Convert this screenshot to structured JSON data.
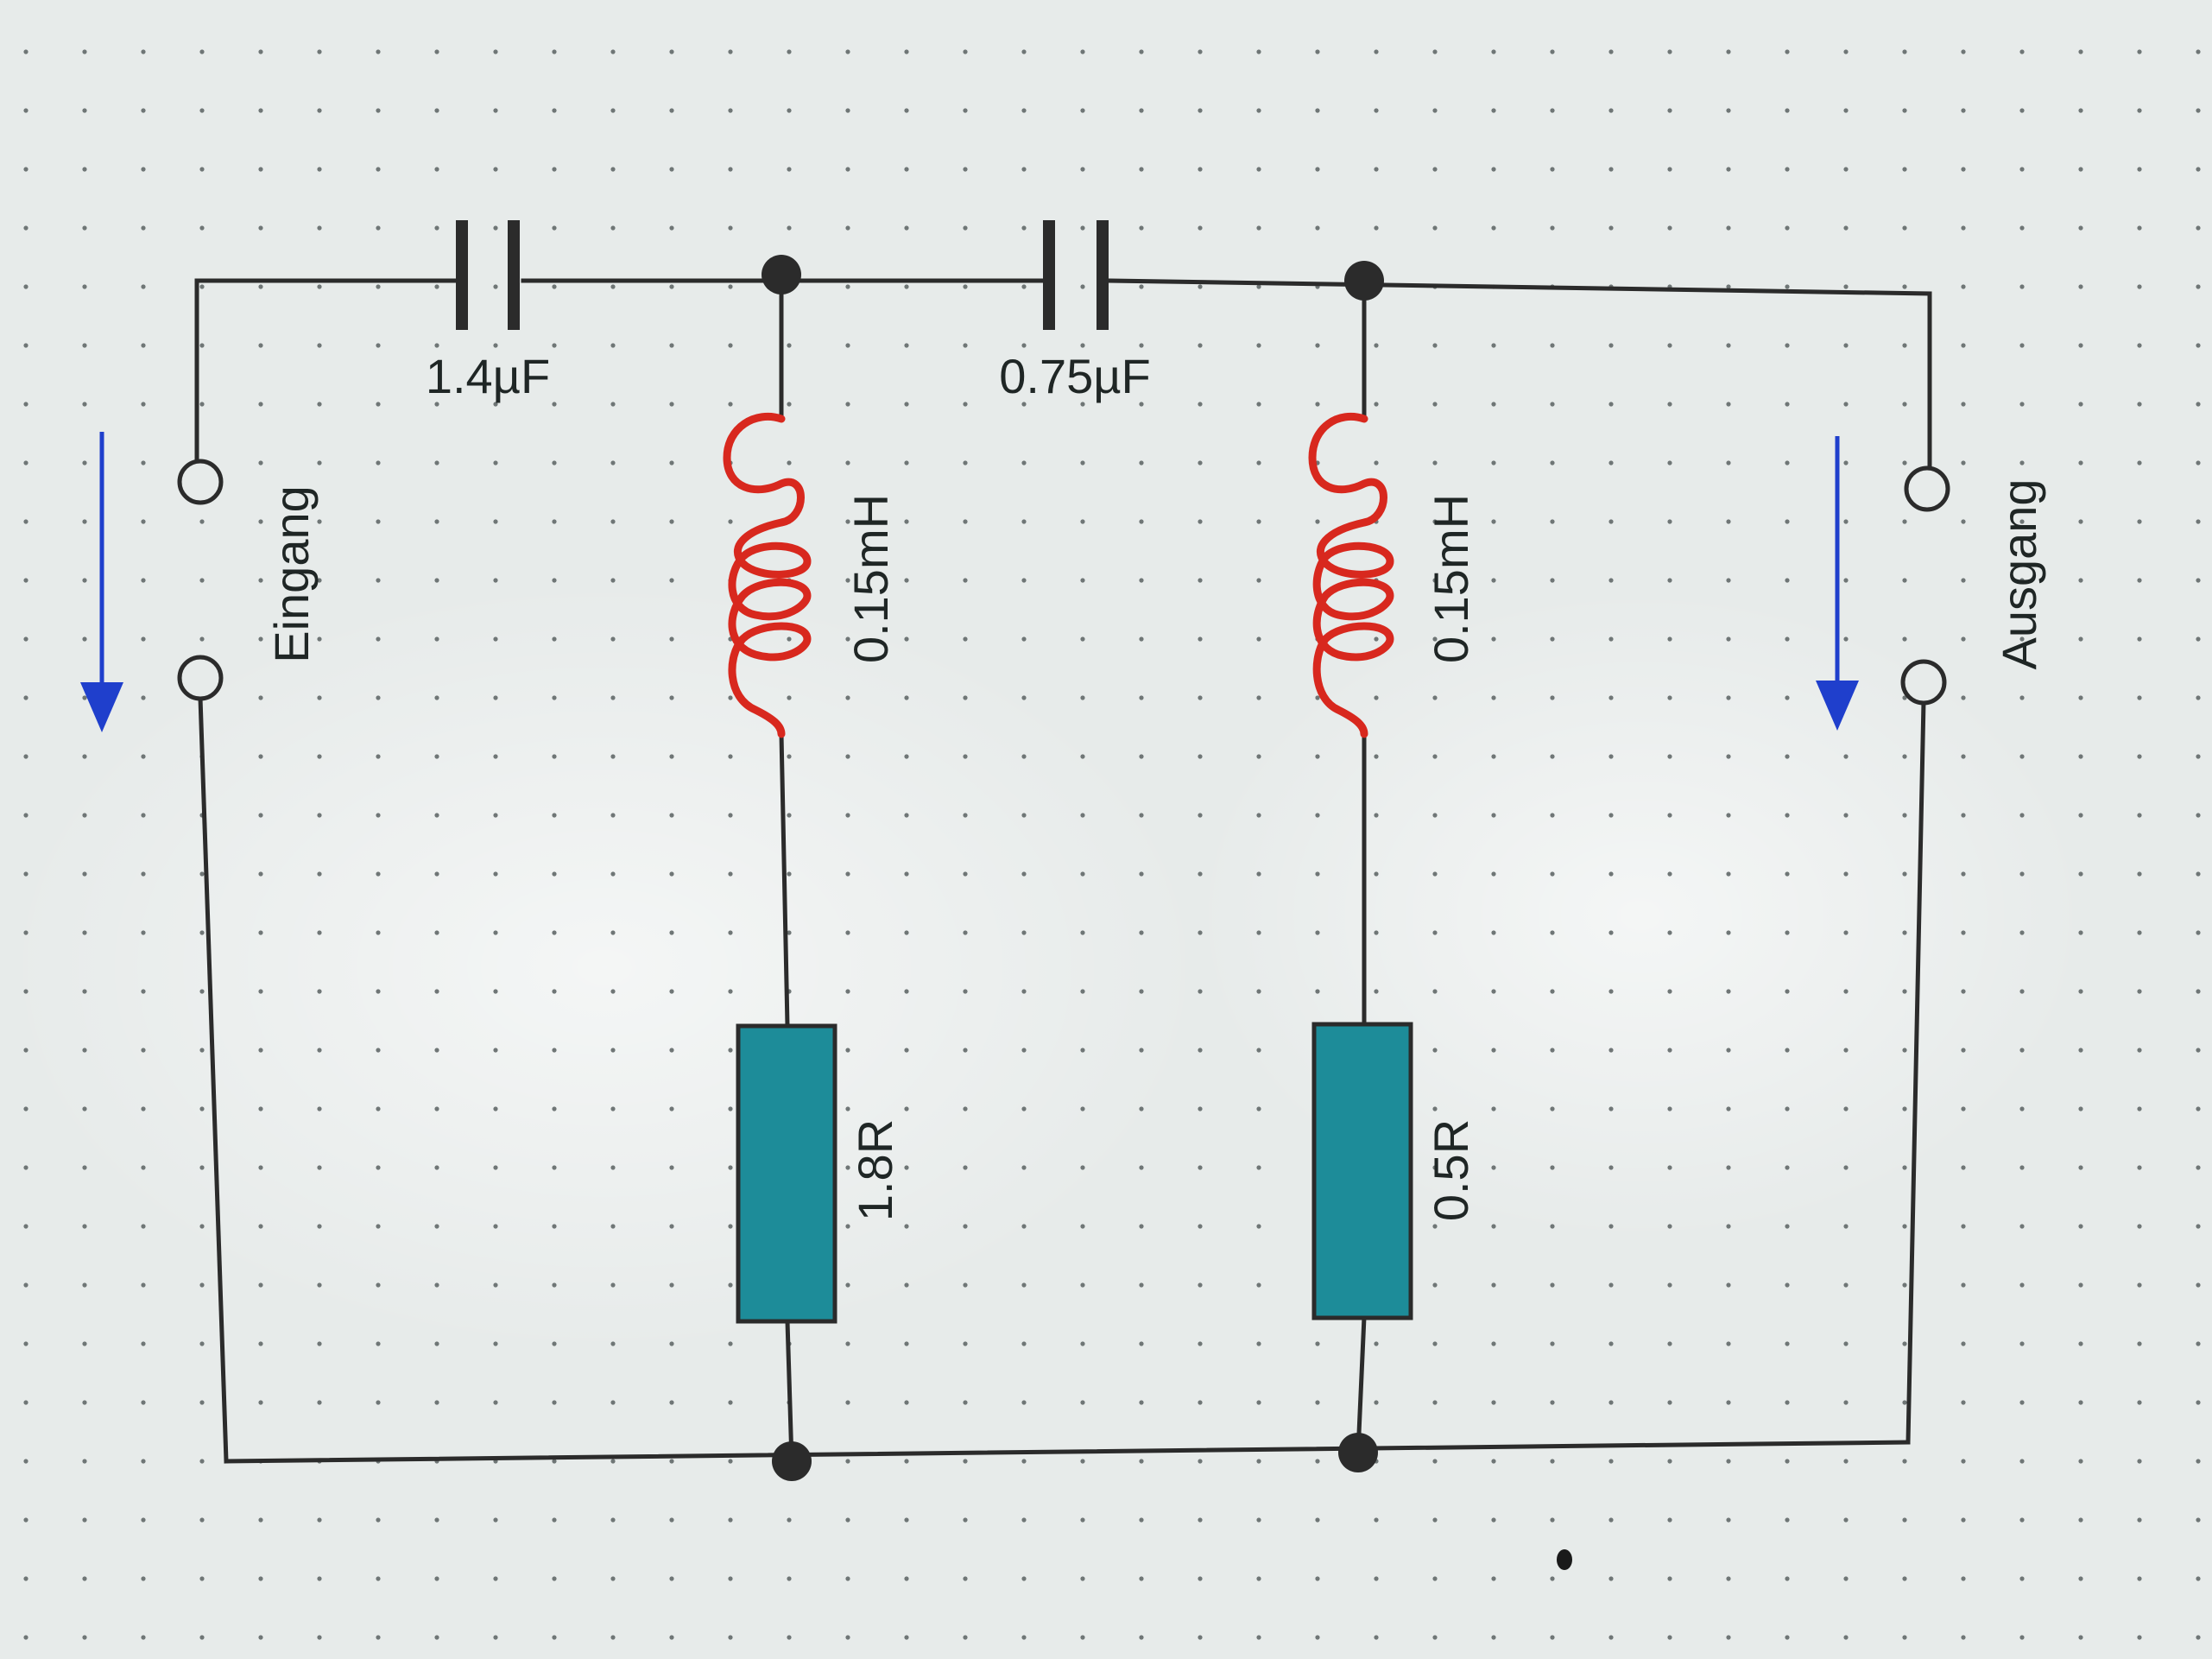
{
  "input_label": "Eingang",
  "output_label": "Ausgang",
  "capacitors": [
    {
      "value": "1.4µF"
    },
    {
      "value": "0.75µF"
    }
  ],
  "inductors": [
    {
      "value": "0.15mH"
    },
    {
      "value": "0.15mH"
    }
  ],
  "resistors": [
    {
      "value": "1.8R"
    },
    {
      "value": "0.5R"
    }
  ],
  "colors": {
    "wire": "#2b2b2b",
    "inductor": "#d8281e",
    "resistor_fill": "#1d8c99",
    "arrow": "#1f3fcc",
    "grid_dot": "#6f7676"
  }
}
